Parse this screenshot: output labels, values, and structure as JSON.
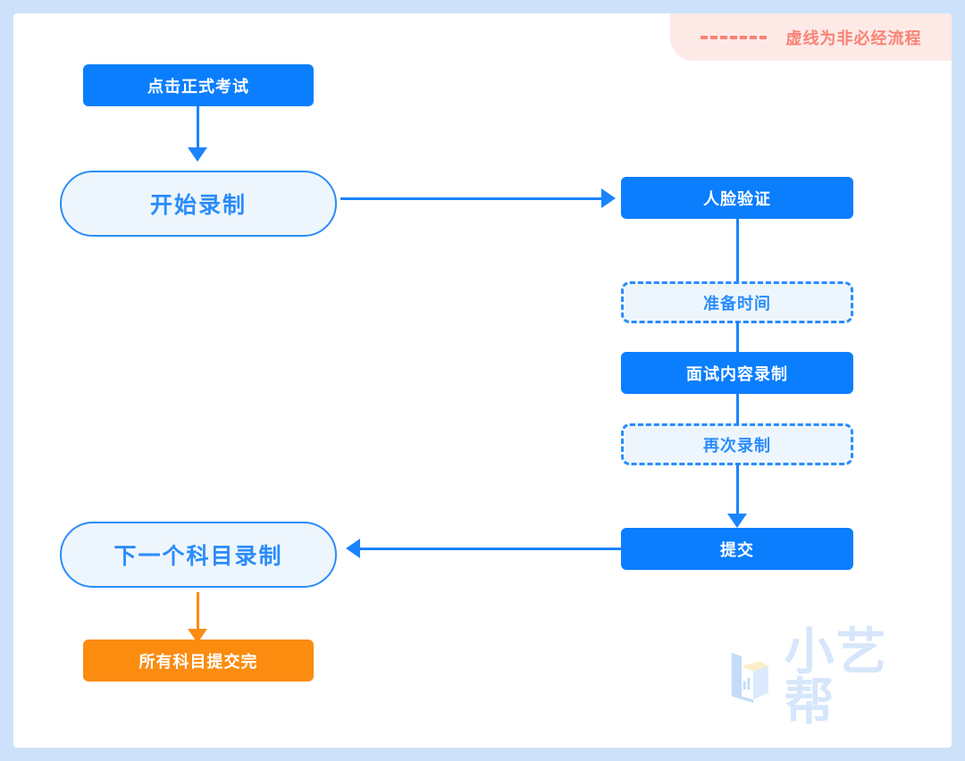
{
  "legend": {
    "dash_sample_name": "dashed-line-sample",
    "text": "虚线为非必经流程",
    "color": "#f98276",
    "background": "#fdeae7"
  },
  "colors": {
    "frame": "#cde2fa",
    "canvas": "#ffffff",
    "primary_blue": "#0a7efd",
    "line_blue": "#1a84fd",
    "light_blue_fill": "#eef6fd",
    "orange": "#fb8c10",
    "legend_salmon": "#f98276",
    "watermark": "#d6e6fb"
  },
  "flow": {
    "nodes": [
      {
        "id": "start-exam",
        "label": "点击正式考试",
        "style": "solid-blue"
      },
      {
        "id": "start-recording",
        "label": "开始录制",
        "style": "pill"
      },
      {
        "id": "face-verify",
        "label": "人脸验证",
        "style": "solid-blue"
      },
      {
        "id": "prep-time",
        "label": "准备时间",
        "style": "dashed"
      },
      {
        "id": "interview-record",
        "label": "面试内容录制",
        "style": "solid-blue"
      },
      {
        "id": "record-again",
        "label": "再次录制",
        "style": "dashed"
      },
      {
        "id": "submit",
        "label": "提交",
        "style": "solid-blue"
      },
      {
        "id": "next-subject",
        "label": "下一个科目录制",
        "style": "pill"
      },
      {
        "id": "all-submitted",
        "label": "所有科目提交完",
        "style": "solid-orange"
      }
    ],
    "edges": [
      {
        "from": "start-exam",
        "to": "start-recording",
        "direction": "down",
        "color": "#1a84fd"
      },
      {
        "from": "start-recording",
        "to": "face-verify",
        "direction": "right",
        "color": "#1a84fd"
      },
      {
        "from": "face-verify",
        "to": "prep-time",
        "direction": "down",
        "color": "#1a84fd"
      },
      {
        "from": "prep-time",
        "to": "interview-record",
        "direction": "down",
        "color": "#1a84fd"
      },
      {
        "from": "interview-record",
        "to": "record-again",
        "direction": "down",
        "color": "#1a84fd"
      },
      {
        "from": "record-again",
        "to": "submit",
        "direction": "down",
        "color": "#1a84fd"
      },
      {
        "from": "submit",
        "to": "next-subject",
        "direction": "left",
        "color": "#1a84fd"
      },
      {
        "from": "next-subject",
        "to": "all-submitted",
        "direction": "down",
        "color": "#fb8c10"
      }
    ]
  },
  "watermark": {
    "text": "小艺帮",
    "logo_name": "xiaoyibang-logo-icon"
  }
}
